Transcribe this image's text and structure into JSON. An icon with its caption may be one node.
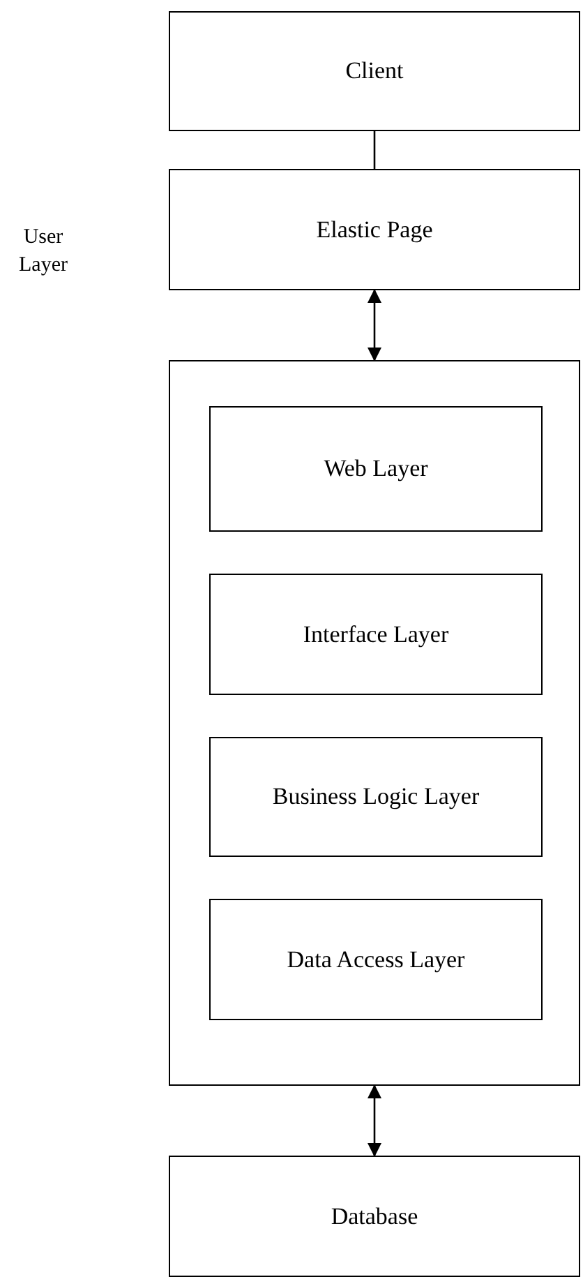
{
  "diagram": {
    "nodes": [
      {
        "text": [
          "Client"
        ]
      },
      {
        "text": [
          "Elastic Page"
        ]
      },
      {
        "text": [],
        "shape": "box"
      },
      {
        "text": [
          "Web Layer"
        ],
        "in": 2
      },
      {
        "text": [
          "Interface Layer"
        ],
        "in": 2
      },
      {
        "text": [
          "Business Logic Layer"
        ],
        "in": 2
      },
      {
        "text": [
          "Data Access Layer"
        ],
        "in": 2
      },
      {
        "text": [
          "Database"
        ]
      }
    ],
    "edges": [
      {
        "from": 0,
        "to": 1,
        "arrow": "none"
      },
      {
        "from": 1,
        "to": 2,
        "arrow": "both"
      },
      {
        "from": 2,
        "to": 7,
        "arrow": "both"
      }
    ],
    "labels": [
      "User Layer"
    ]
  }
}
